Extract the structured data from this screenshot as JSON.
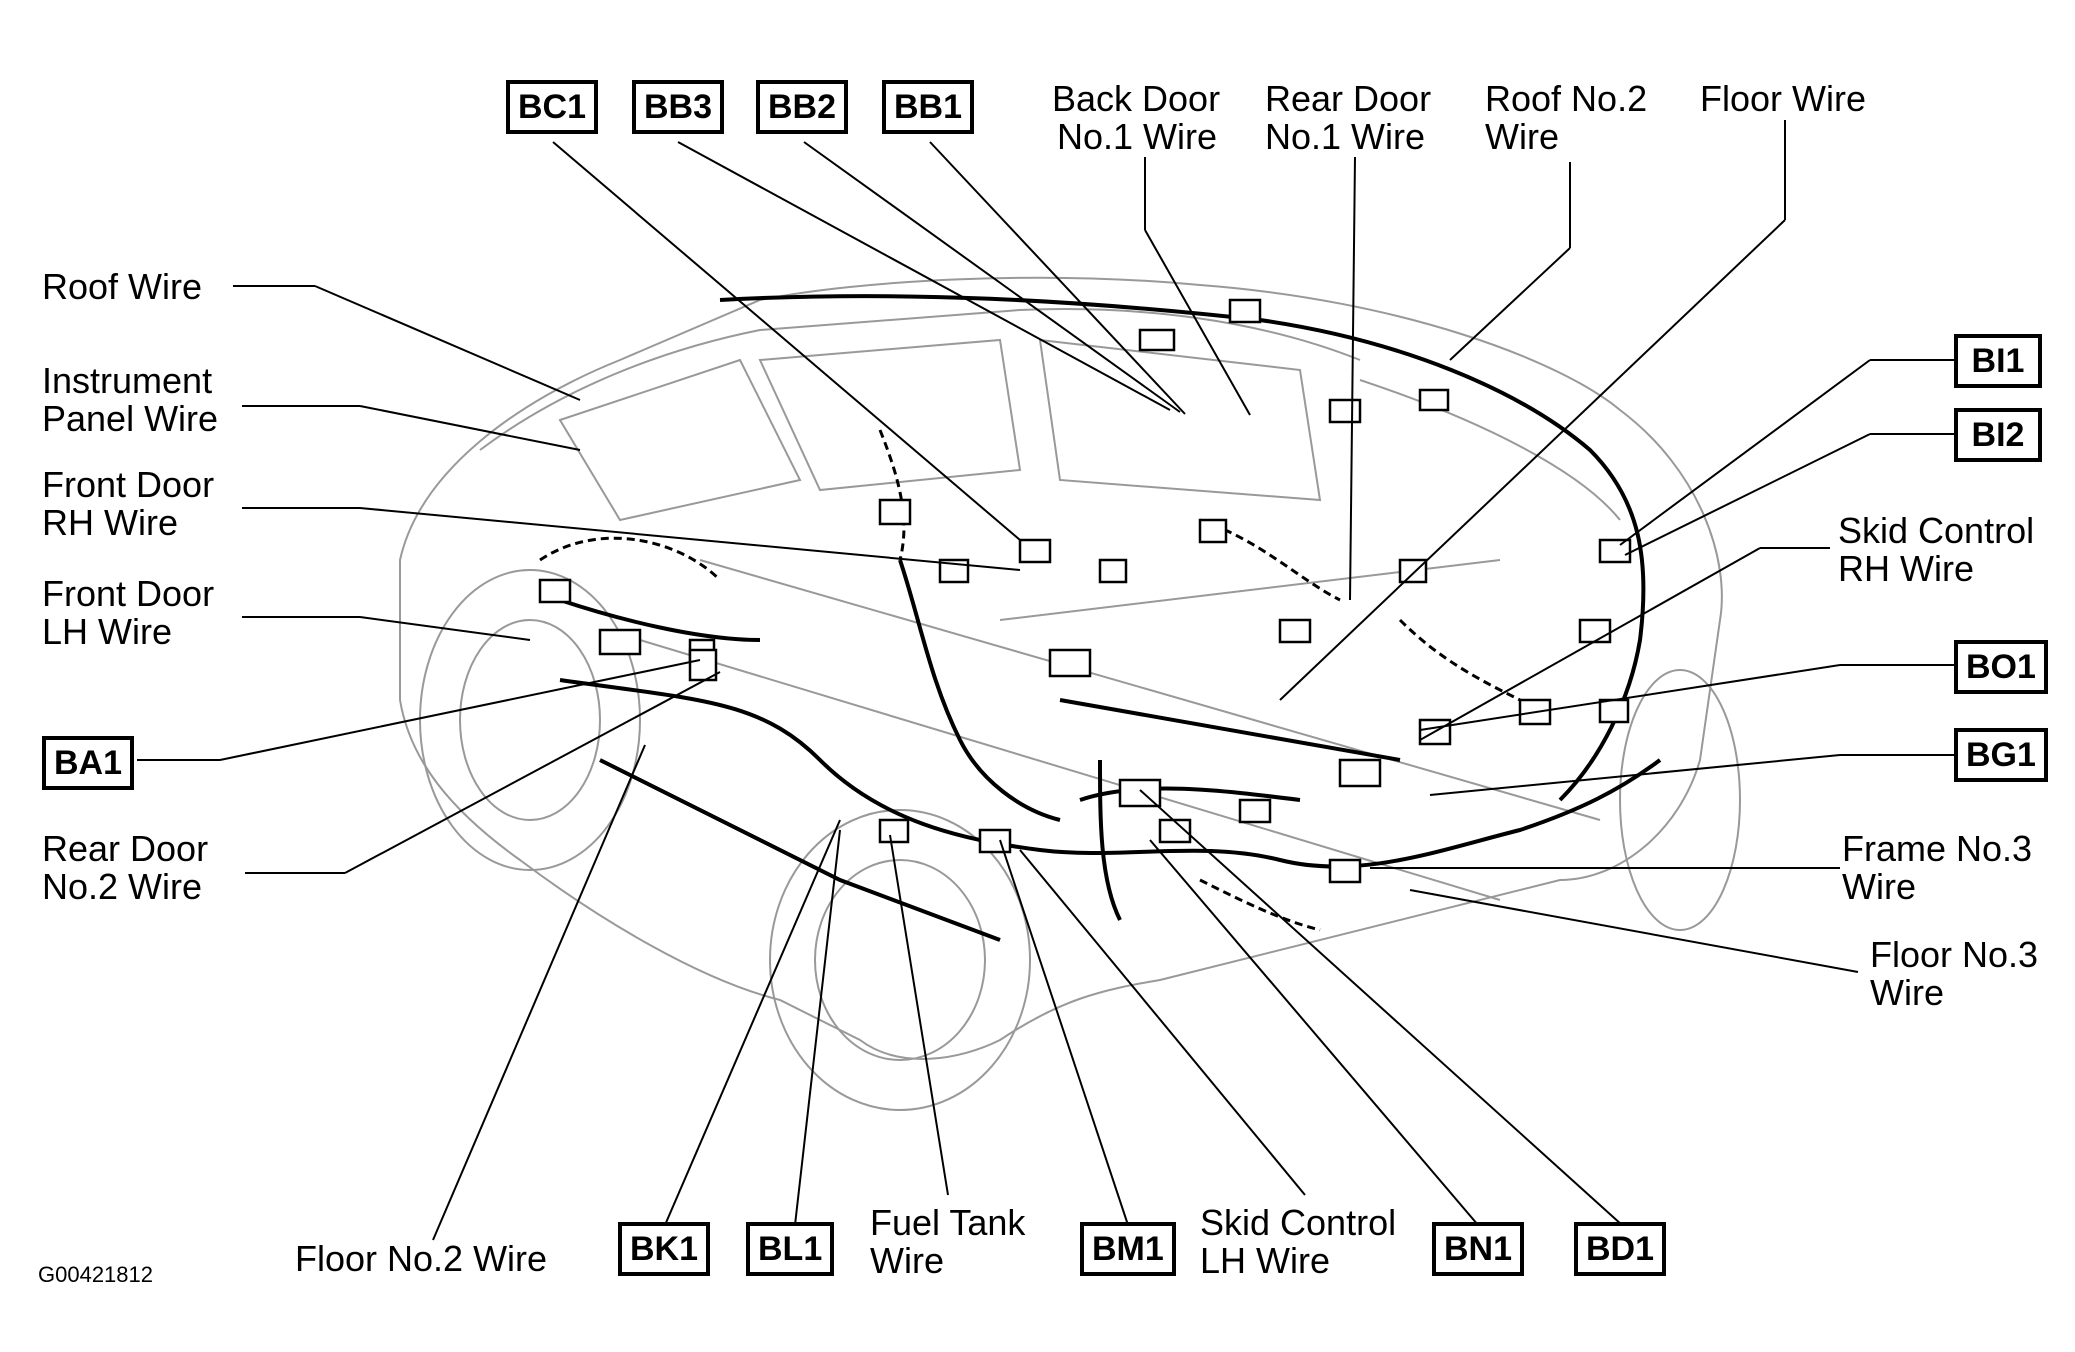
{
  "labels": {
    "back_door_no1": [
      "Back Door",
      "No.1 Wire"
    ],
    "rear_door_no1": [
      "Rear Door",
      "No.1 Wire"
    ],
    "roof_no2": [
      "Roof No.2",
      "Wire"
    ],
    "floor_wire": [
      "Floor Wire"
    ],
    "roof_wire": [
      "Roof Wire"
    ],
    "instrument_panel": [
      "Instrument",
      "Panel Wire"
    ],
    "front_door_rh": [
      "Front Door",
      "RH Wire"
    ],
    "front_door_lh": [
      "Front Door",
      "LH Wire"
    ],
    "rear_door_no2": [
      "Rear Door",
      "No.2 Wire"
    ],
    "skid_control_rh": [
      "Skid Control",
      "RH Wire"
    ],
    "frame_no3": [
      "Frame No.3",
      "Wire"
    ],
    "floor_no3": [
      "Floor No.3",
      "Wire"
    ],
    "floor_no2": [
      "Floor No.2 Wire"
    ],
    "fuel_tank": [
      "Fuel Tank",
      "Wire"
    ],
    "skid_control_lh": [
      "Skid Control",
      "LH Wire"
    ]
  },
  "connectors": {
    "BC1": "BC1",
    "BB3": "BB3",
    "BB2": "BB2",
    "BB1": "BB1",
    "BI1": "BI1",
    "BI2": "BI2",
    "BO1": "BO1",
    "BG1": "BG1",
    "BA1": "BA1",
    "BK1": "BK1",
    "BL1": "BL1",
    "BM1": "BM1",
    "BN1": "BN1",
    "BD1": "BD1"
  },
  "figure_code": "G00421812"
}
